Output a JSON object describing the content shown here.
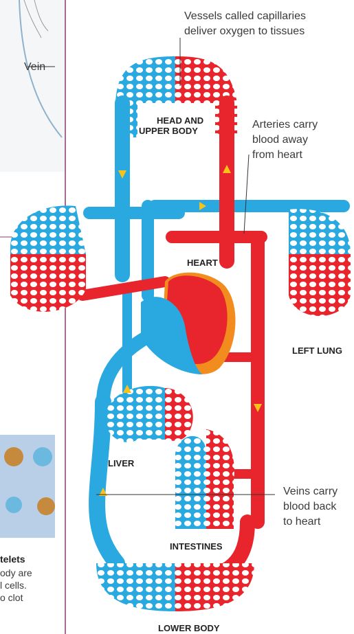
{
  "callouts": {
    "vein": "Vein",
    "capillaries_1": "Vessels called capillaries",
    "capillaries_2": "deliver oxygen to tissues",
    "arteries_1": "Arteries carry",
    "arteries_2": "blood away",
    "arteries_3": "from heart",
    "veins_1": "Veins carry",
    "veins_2": "blood back",
    "veins_3": "to heart"
  },
  "organs": {
    "head_1": "HEAD AND",
    "head_2": "UPPER BODY",
    "heart": "HEART",
    "left_lung": "LEFT LUNG",
    "liver": "LIVER",
    "intestines": "INTESTINES",
    "lower_body": "LOWER BODY"
  },
  "side_text": {
    "platelets": "telets",
    "line1": "ody are",
    "line2": "l cells.",
    "line3": "o clot"
  },
  "colors": {
    "vein_blue": "#29a9df",
    "artery_red": "#e8242c",
    "arrow_yellow": "#f7c21b",
    "divider_purple": "#8b3a6b",
    "cell_panel": "#b9cfe8"
  }
}
